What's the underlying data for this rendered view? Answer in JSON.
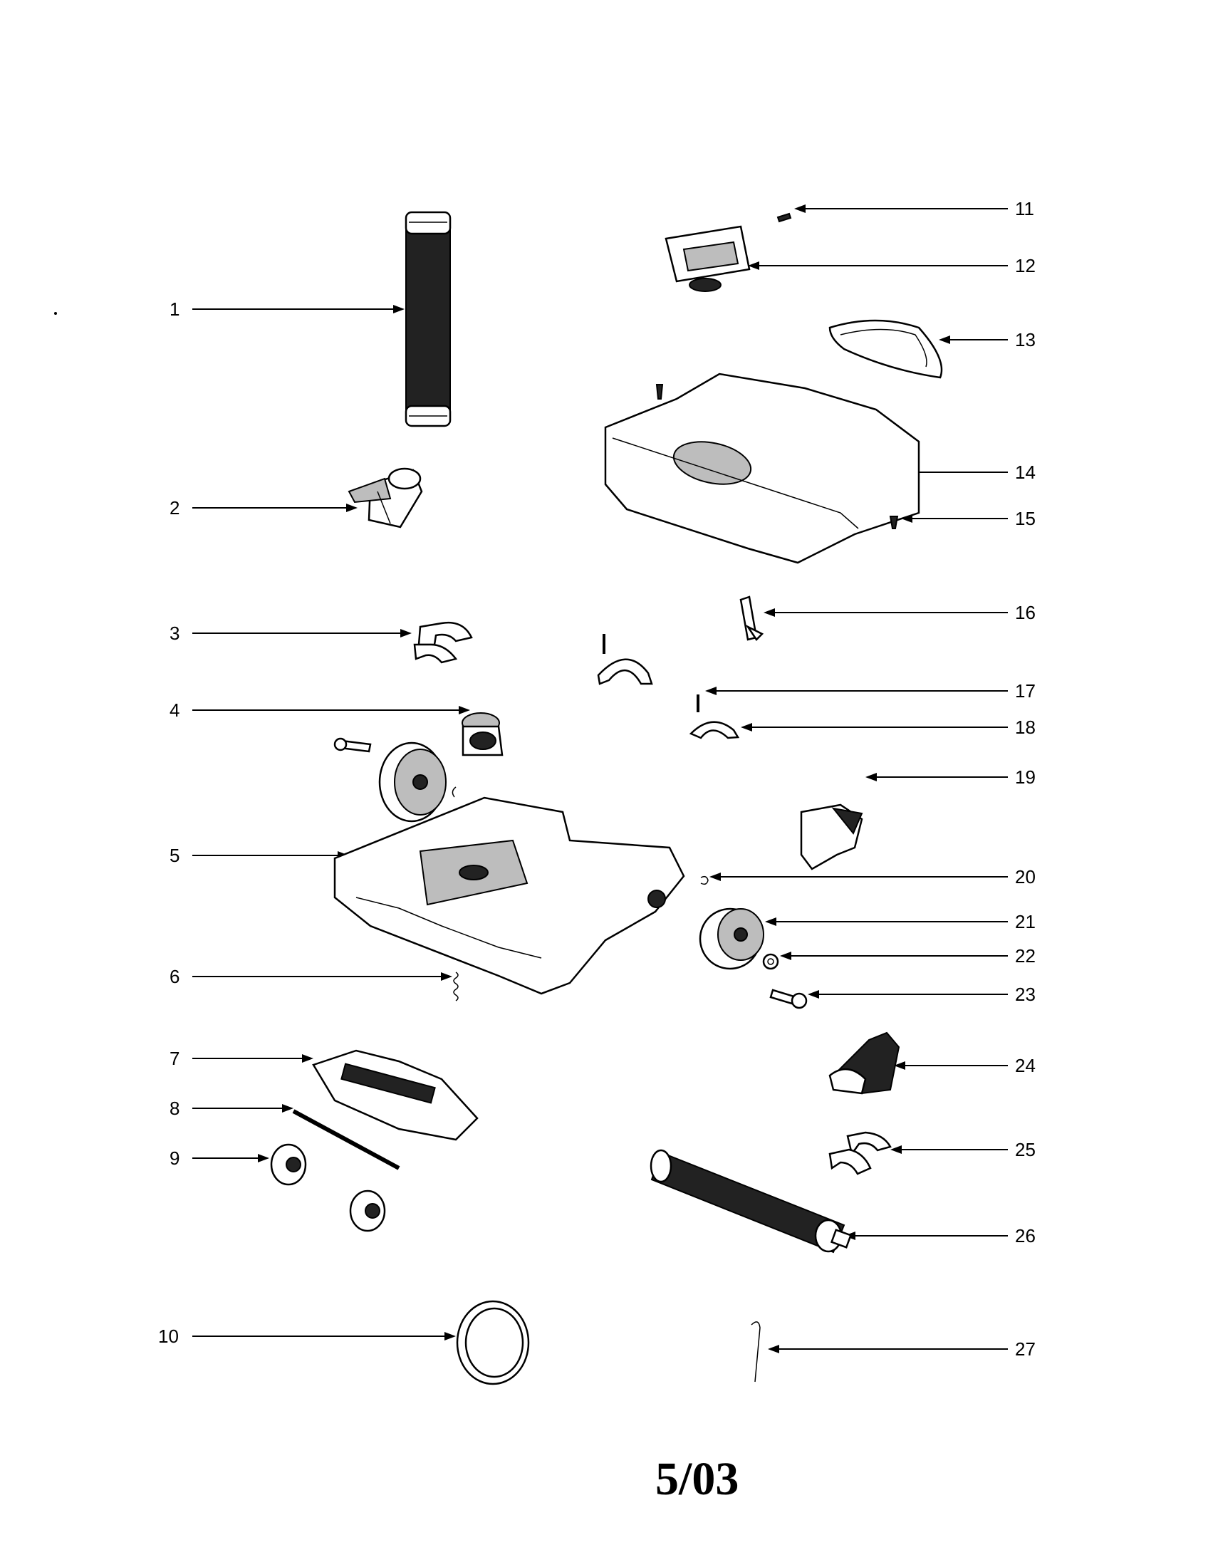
{
  "callouts": [
    {
      "n": "1",
      "side": "left"
    },
    {
      "n": "2",
      "side": "left"
    },
    {
      "n": "3",
      "side": "left"
    },
    {
      "n": "4",
      "side": "left"
    },
    {
      "n": "5",
      "side": "left"
    },
    {
      "n": "6",
      "side": "left"
    },
    {
      "n": "7",
      "side": "left"
    },
    {
      "n": "8",
      "side": "left"
    },
    {
      "n": "9",
      "side": "left"
    },
    {
      "n": "10",
      "side": "left"
    },
    {
      "n": "11",
      "side": "right"
    },
    {
      "n": "12",
      "side": "right"
    },
    {
      "n": "13",
      "side": "right"
    },
    {
      "n": "14",
      "side": "right"
    },
    {
      "n": "15",
      "side": "right"
    },
    {
      "n": "16",
      "side": "right"
    },
    {
      "n": "17",
      "side": "right"
    },
    {
      "n": "18",
      "side": "right"
    },
    {
      "n": "19",
      "side": "right"
    },
    {
      "n": "20",
      "side": "right"
    },
    {
      "n": "21",
      "side": "right"
    },
    {
      "n": "22",
      "side": "right"
    },
    {
      "n": "23",
      "side": "right"
    },
    {
      "n": "24",
      "side": "right"
    },
    {
      "n": "25",
      "side": "right"
    },
    {
      "n": "26",
      "side": "right"
    },
    {
      "n": "27",
      "side": "right"
    }
  ],
  "footer": "5/03"
}
